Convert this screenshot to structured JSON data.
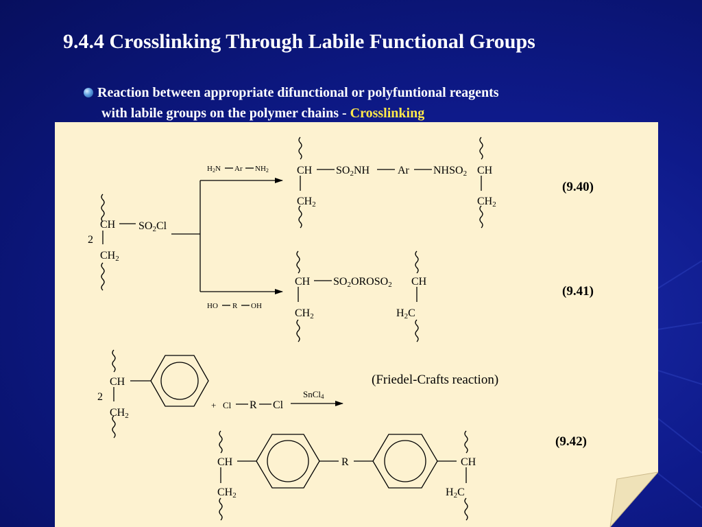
{
  "title": "9.4.4   Crosslinking Through Labile Functional Groups",
  "bullet": {
    "line1": "Reaction between appropriate difunctional or polyfuntional reagents",
    "line2_prefix": "with labile groups on the polymer chains - ",
    "line2_highlight": "Crosslinking"
  },
  "reactions": {
    "r940": {
      "label": "(9.40)",
      "reagent": {
        "h2n": "H",
        "h2n_sub": "2",
        "h2n_n": "N",
        "ar": "Ar",
        "nh": "NH",
        "nh_sub": "2"
      },
      "product": {
        "ch_left": "CH",
        "so": "SO",
        "so_sub": "2",
        "nh": "NH",
        "ar": "Ar",
        "nhso": "NHSO",
        "nhso_sub": "2",
        "ch_right": "CH",
        "ch2_left": "CH",
        "ch2_left_sub": "2",
        "ch2_right": "CH",
        "ch2_right_sub": "2"
      }
    },
    "start": {
      "ch": "CH",
      "so2cl": "SO",
      "so2cl_sub": "2",
      "cl": "Cl",
      "num": "2",
      "ch2": "CH",
      "ch2_sub": "2"
    },
    "r941": {
      "label": "(9.41)",
      "reagent": {
        "ho": "HO",
        "r": "R",
        "oh": "OH"
      },
      "product": {
        "ch_left": "CH",
        "so": "SO",
        "so_sub": "2",
        "oroso": "OROSO",
        "oroso_sub": "2",
        "ch_right": "CH",
        "ch2_left": "CH",
        "ch2_left_sub": "2",
        "h2c": "H",
        "h2c_sub": "2",
        "h2c_c": "C"
      }
    },
    "r942": {
      "label": "(9.42)",
      "note": "(Friedel-Crafts reaction)",
      "start": {
        "ch": "CH",
        "num": "2",
        "ch2": "CH",
        "ch2_sub": "2"
      },
      "reagent": {
        "plus": "+",
        "cl1": "Cl",
        "r": "R",
        "cl2": "Cl"
      },
      "catalyst": {
        "sncl": "SnCl",
        "sub": "4"
      },
      "product": {
        "ch_left": "CH",
        "r": "R",
        "ch_right": "CH",
        "ch2_left": "CH",
        "ch2_left_sub": "2",
        "h2c": "H",
        "h2c_sub": "2",
        "h2c_c": "C"
      }
    }
  },
  "colors": {
    "background": "#0e1a8a",
    "panel": "#fdf2d0",
    "title": "#ffffff",
    "highlight": "#ffe94a"
  }
}
